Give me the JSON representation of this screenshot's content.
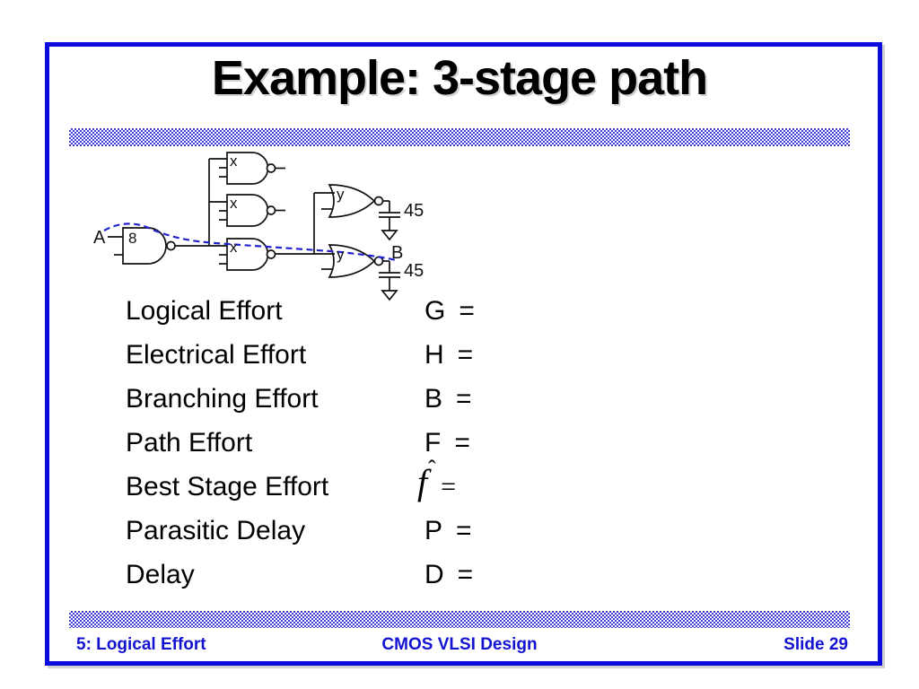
{
  "title": "Example: 3-stage path",
  "colors": {
    "border_blue": "#0b0bdd",
    "band_blue": "#3d3dd2",
    "footer_blue": "#1212d0",
    "critical_path_blue": "#2323cc"
  },
  "circuit": {
    "input_label": "A",
    "input_gate_size": "8",
    "stage2_gate_size": "x",
    "stage3_gate_size": "y",
    "output_label": "B",
    "load_cap_top": "45",
    "load_cap_bottom": "45"
  },
  "rows": [
    {
      "label": "Logical Effort",
      "symbol": "G",
      "eq": "="
    },
    {
      "label": "Electrical Effort",
      "symbol": "H",
      "eq": "="
    },
    {
      "label": "Branching Effort",
      "symbol": "B",
      "eq": "="
    },
    {
      "label": "Path Effort",
      "symbol": "F",
      "eq": "="
    },
    {
      "label": "Best Stage Effort",
      "symbol": "f",
      "hat": "ˆ",
      "eq": "="
    },
    {
      "label": "Parasitic Delay",
      "symbol": "P",
      "eq": "="
    },
    {
      "label": "Delay",
      "symbol": "D",
      "eq": "="
    }
  ],
  "footer": {
    "left": "5: Logical Effort",
    "center": "CMOS VLSI Design",
    "right": "Slide 29"
  }
}
